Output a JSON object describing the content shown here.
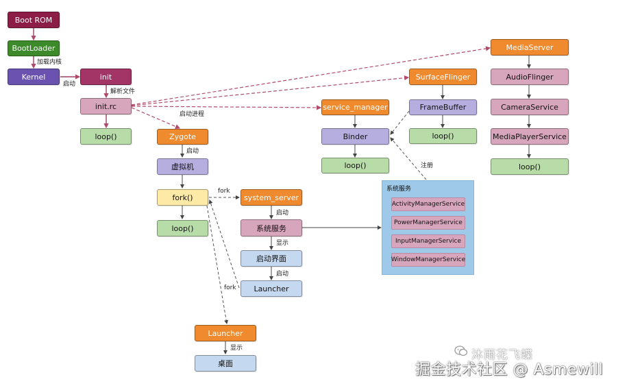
{
  "colors": {
    "boot_rom": "#8b1d47",
    "bootloader": "#3d8a2a",
    "kernel": "#6a52b0",
    "init": "#a23466",
    "pink": "#d7a6bd",
    "green": "#b8dca8",
    "orange": "#ef8a2e",
    "purple": "#b7aee0",
    "yellow": "#fdeaa7",
    "blue": "#c4d8ef",
    "service_panel": "#9ec9e8",
    "arrow_solid": "#333333",
    "arrow_dashed": "#b04a68"
  },
  "nodes": {
    "boot_rom": "Boot ROM",
    "bootloader": "BootLoader",
    "kernel": "Kernel",
    "init": "init",
    "init_rc": "init.rc",
    "init_loop": "loop()",
    "zygote": "Zygote",
    "vm": "虚拟机",
    "fork": "fork()",
    "zygote_loop": "loop()",
    "system_server": "system_server",
    "system_services": "系统服务",
    "boot_screen": "启动界面",
    "launcher_blue": "Launcher",
    "launcher_orange": "Launcher",
    "desktop": "桌面",
    "service_manager": "service_manager",
    "binder": "Binder",
    "binder_loop": "loop()",
    "surface_flinger": "SurfaceFlinger",
    "frame_buffer": "FrameBuffer",
    "sf_loop": "loop()",
    "media_server": "MediaServer",
    "audio_flinger": "AudioFlinger",
    "camera_service": "CameraService",
    "media_player_service": "MediaPlayerService",
    "media_loop": "loop()"
  },
  "edge_labels": {
    "load_kernel": "加载内核",
    "kernel_start": "启动",
    "parse_file": "解析文件",
    "start_process": "启动进程",
    "zygote_start": "启动",
    "fork_server": "fork",
    "fork_launcher": "fork",
    "server_start": "启动",
    "display": "显示",
    "screen_start": "启动",
    "desktop_display": "显示",
    "register": "注册"
  },
  "service_panel": {
    "title": "系统服务",
    "items": [
      "ActivityManagerService",
      "PowerManagerService",
      "InputManagerService",
      "WindowManagerService"
    ]
  },
  "watermark": {
    "line1": "沐雨花飞蝶",
    "line2": "掘金技术社区 @ Asmewill"
  }
}
